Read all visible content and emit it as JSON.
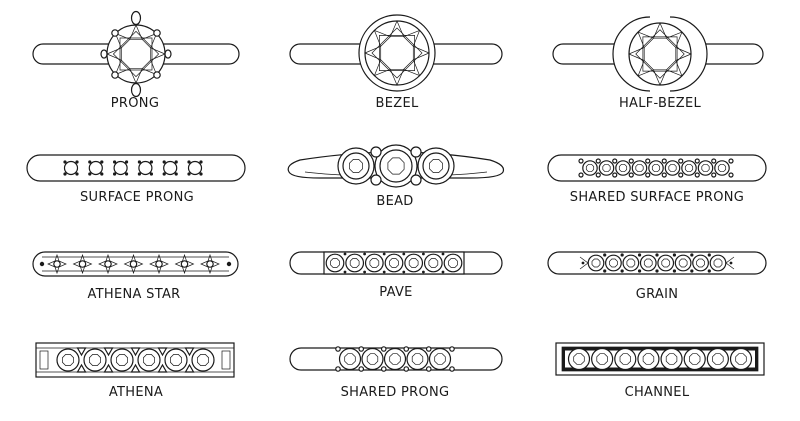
{
  "settings": [
    {
      "id": "prong",
      "label": "PRONG"
    },
    {
      "id": "bezel",
      "label": "BEZEL"
    },
    {
      "id": "half-bezel",
      "label": "HALF-BEZEL"
    },
    {
      "id": "surface-prong",
      "label": "SURFACE PRONG"
    },
    {
      "id": "bead",
      "label": "BEAD"
    },
    {
      "id": "shared-surface-prong",
      "label": "SHARED SURFACE PRONG"
    },
    {
      "id": "athena-star",
      "label": "ATHENA STAR"
    },
    {
      "id": "pave",
      "label": "PAVE"
    },
    {
      "id": "grain",
      "label": "GRAIN"
    },
    {
      "id": "athena",
      "label": "ATHENA"
    },
    {
      "id": "shared-prong",
      "label": "SHARED PRONG"
    },
    {
      "id": "channel",
      "label": "CHANNEL"
    }
  ]
}
